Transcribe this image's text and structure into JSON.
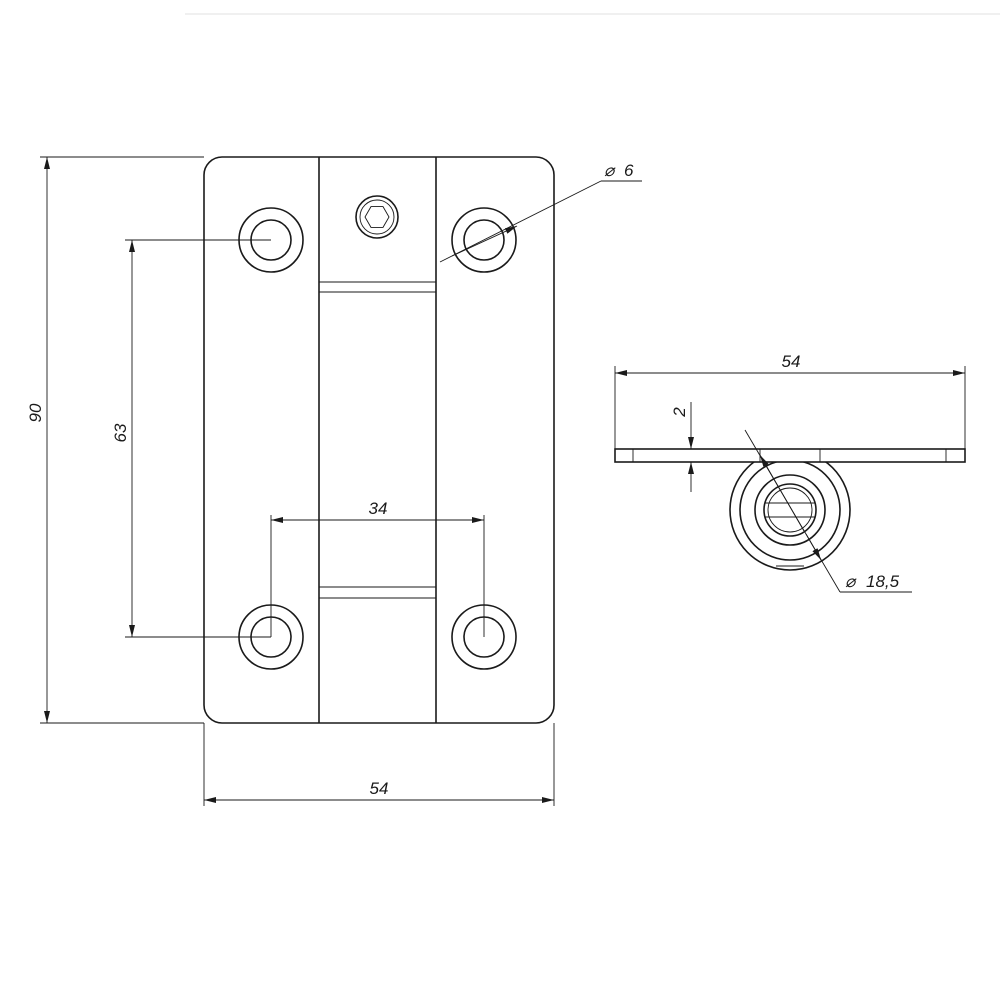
{
  "front_view": {
    "dim_height": "90",
    "dim_hole_spacing_vertical": "63",
    "dim_hole_spacing_horizontal": "34",
    "dim_width": "54",
    "dim_hole_diameter": "6"
  },
  "side_view": {
    "dim_width": "54",
    "dim_thickness": "2",
    "dim_barrel_diameter": "18,5"
  },
  "symbols": {
    "diameter": "⌀"
  }
}
